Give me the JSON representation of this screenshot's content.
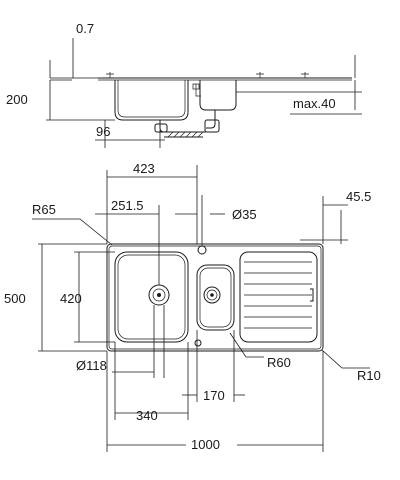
{
  "side_view": {
    "flange_thickness": "0.7",
    "bowl_depth": "200",
    "drain_offset": "96",
    "max_depth": "max.40"
  },
  "top_view": {
    "bowl_center": "423",
    "corner_radius_outer": "R65",
    "small_bowl_center": "251.5",
    "tap_hole": "Ø35",
    "edge_distance": "45.5",
    "overall_depth": "500",
    "bowl_depth": "420",
    "drain_diameter": "Ø118",
    "small_bowl_radius": "R60",
    "corner_radius": "R10",
    "main_bowl_width": "340",
    "small_bowl_width": "170",
    "overall_width": "1000"
  }
}
